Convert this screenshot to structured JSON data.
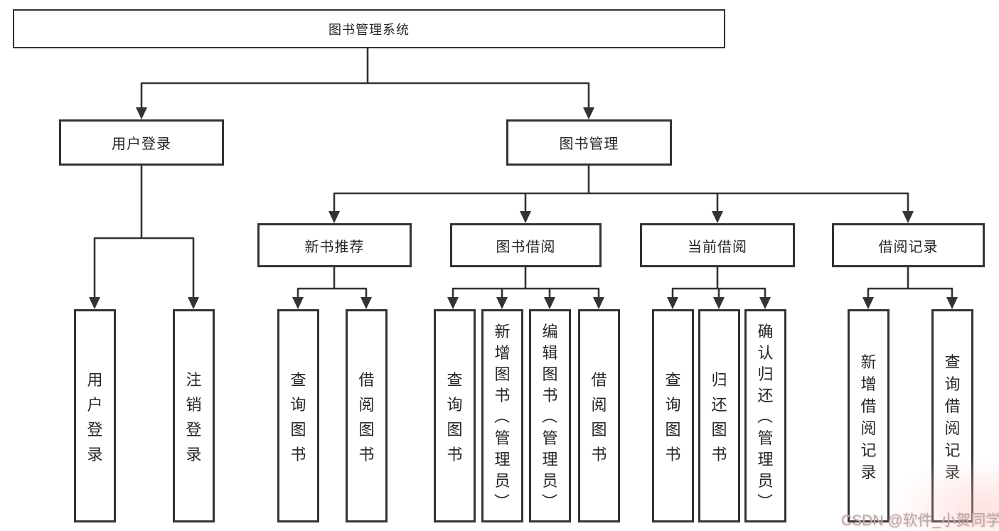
{
  "diagram": {
    "root": {
      "label": "图书管理系统"
    },
    "level2": [
      {
        "label": "用户登录"
      },
      {
        "label": "图书管理"
      }
    ],
    "level3": [
      {
        "label": "新书推荐"
      },
      {
        "label": "图书借阅"
      },
      {
        "label": "当前借阅"
      },
      {
        "label": "借阅记录"
      }
    ],
    "leaves": [
      {
        "label": "用户登录"
      },
      {
        "label": "注销登录"
      },
      {
        "label": "查询图书"
      },
      {
        "label": "借阅图书"
      },
      {
        "label": "查询图书"
      },
      {
        "label": "新增图书（管理员）"
      },
      {
        "label": "编辑图书（管理员）"
      },
      {
        "label": "借阅图书"
      },
      {
        "label": "查询图书"
      },
      {
        "label": "归还图书"
      },
      {
        "label": "确认归还（管理员）"
      },
      {
        "label": "新增借阅记录"
      },
      {
        "label": "查询借阅记录"
      }
    ],
    "watermark": "CSDN @软件_小贺同学",
    "colors": {
      "line": "#333333",
      "text": "#262626",
      "watermark": "#acacac",
      "background": "#ffffff"
    }
  }
}
